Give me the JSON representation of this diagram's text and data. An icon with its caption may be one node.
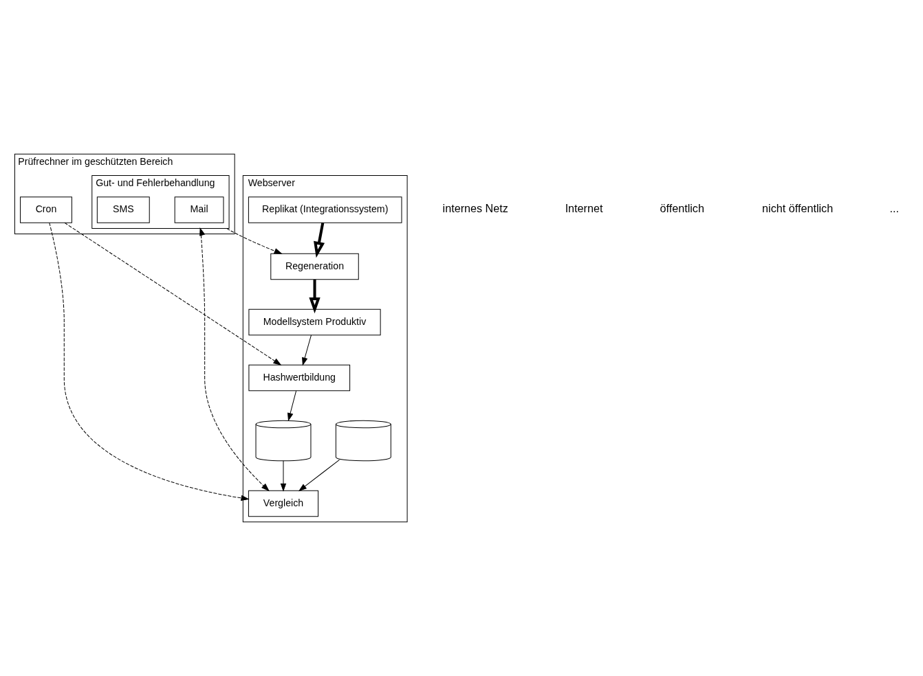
{
  "diagram": {
    "nodes": [
      {
        "text": [
          "Webserver"
        ]
      },
      {
        "text": [
          "Modellsystem Produktiv"
        ],
        "in": 0
      },
      {
        "text": [
          "Hashwertbildung"
        ],
        "in": 0
      },
      {
        "text": [
          "Regeneration"
        ],
        "in": 0
      },
      {
        "text": [],
        "shape": "cylinder",
        "in": 0
      },
      {
        "text": [],
        "shape": "cylinder",
        "in": 0
      },
      {
        "text": [
          "Vergleich"
        ],
        "in": 0
      },
      {
        "text": [
          "Replikat (Integrationssystem)"
        ],
        "in": 0
      },
      {
        "text": [
          "Prüfrechner im geschützten Bereich"
        ]
      },
      {
        "text": [
          "Cron"
        ],
        "in": 8
      },
      {
        "text": [
          "Gut- und Fehlerbehandlung"
        ],
        "in": 8
      },
      {
        "text": [
          "Mail"
        ],
        "in": 10
      },
      {
        "text": [
          "SMS"
        ],
        "in": 10
      }
    ],
    "edges": [
      {
        "from": 1,
        "to": 2,
        "arrow": "to"
      },
      {
        "from": 2,
        "to": 4,
        "arrow": "to"
      },
      {
        "from": 4,
        "to": 6,
        "arrow": "to"
      },
      {
        "from": 5,
        "to": 6,
        "arrow": "to"
      },
      {
        "from": 7,
        "to": 3,
        "arrow": "to",
        "style": "thick"
      },
      {
        "from": 3,
        "to": 1,
        "arrow": "to",
        "style": "thick"
      },
      {
        "from": 9,
        "to": 2,
        "arrow": "to",
        "style": "dashed"
      },
      {
        "from": 9,
        "to": 6,
        "arrow": "to",
        "style": "dashed"
      },
      {
        "from": 10,
        "to": 3,
        "arrow": "to",
        "style": "dashed"
      },
      {
        "from": 10,
        "to": 6,
        "arrow": "both",
        "style": "dashed"
      }
    ],
    "labels": [
      "internes Netz",
      "Internet",
      "öffentlich",
      "nicht öffentlich",
      "..."
    ]
  }
}
